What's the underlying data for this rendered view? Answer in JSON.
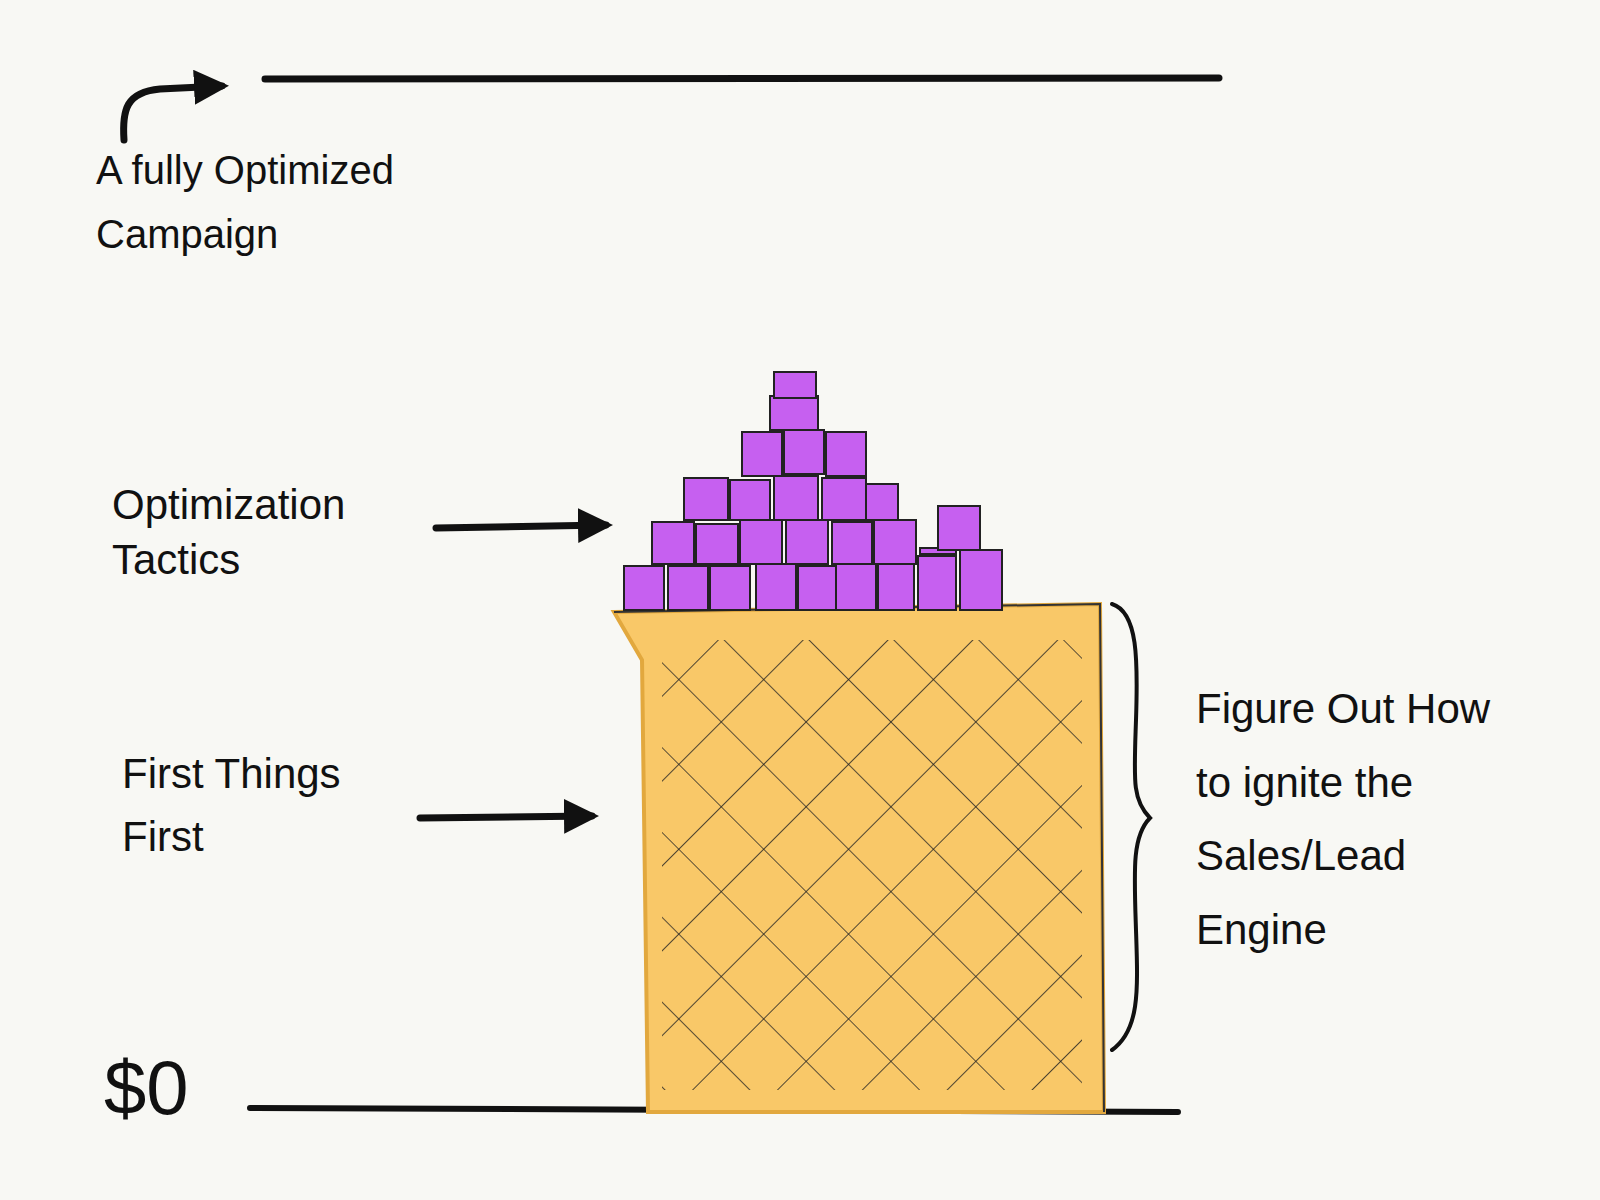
{
  "diagram": {
    "labels": [
      "A fully Optimized Campaign",
      "Optimization Tactics",
      "First Things First",
      "Figure Out How to ignite the Sales/Lead Engine",
      "$0"
    ]
  }
}
